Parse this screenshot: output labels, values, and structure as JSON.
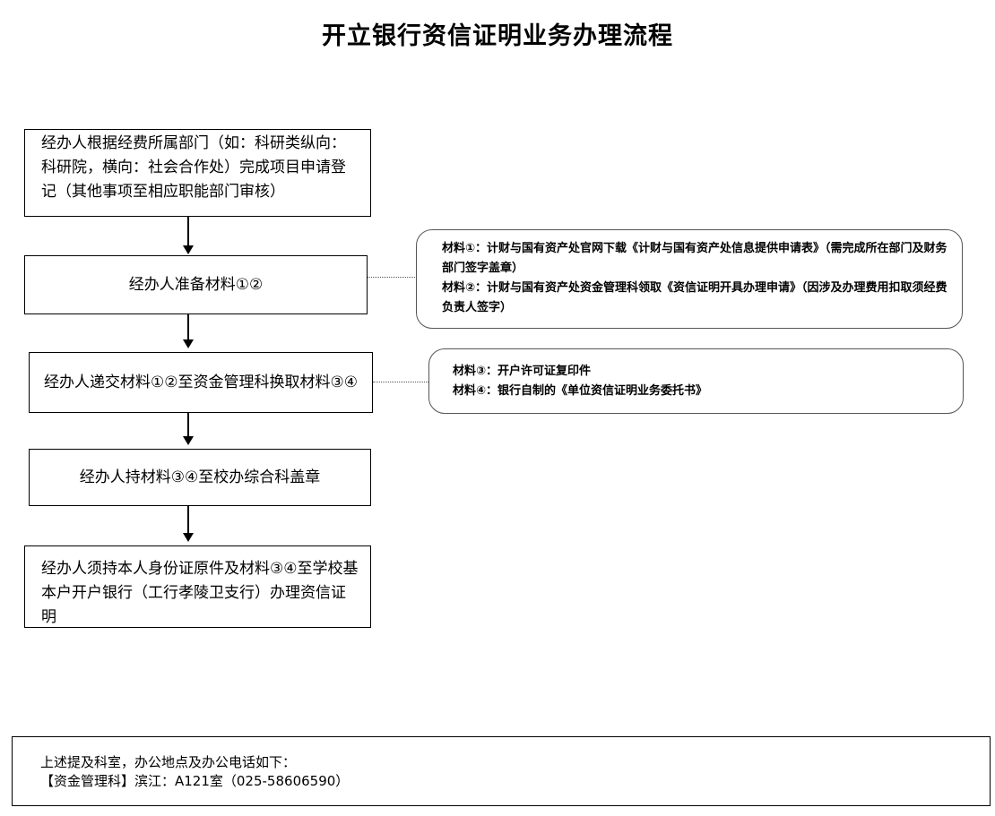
{
  "title": "开立银行资信证明业务办理流程",
  "steps": [
    "经办人根据经费所属部门（如：科研类纵向：科研院，横向：社会合作处）完成项目申请登记（其他事项至相应职能部门审核）",
    "经办人准备材料①②",
    "经办人递交材料①②至资金管理科换取材料③④",
    "经办人持材料③④至校办综合科盖章",
    "经办人须持本人身份证原件及材料③④至学校基本户开户银行（工行孝陵卫支行）办理资信证明"
  ],
  "notes": {
    "materials_1_2": [
      "材料①：计财与国有资产处官网下载《计财与国有资产处信息提供申请表》（需完成所在部门及财务部门签字盖章）",
      "材料②：计财与国有资产处资金管理科领取《资信证明开具办理申请》（因涉及办理费用扣取须经费负责人签字）"
    ],
    "materials_3_4": [
      "材料③：开户许可证复印件",
      "材料④：银行自制的《单位资信证明业务委托书》"
    ]
  },
  "footer": {
    "line1": "上述提及科室，办公地点及办公电话如下：",
    "line2": "【资金管理科】滨江：A121室（025-58606590）"
  }
}
